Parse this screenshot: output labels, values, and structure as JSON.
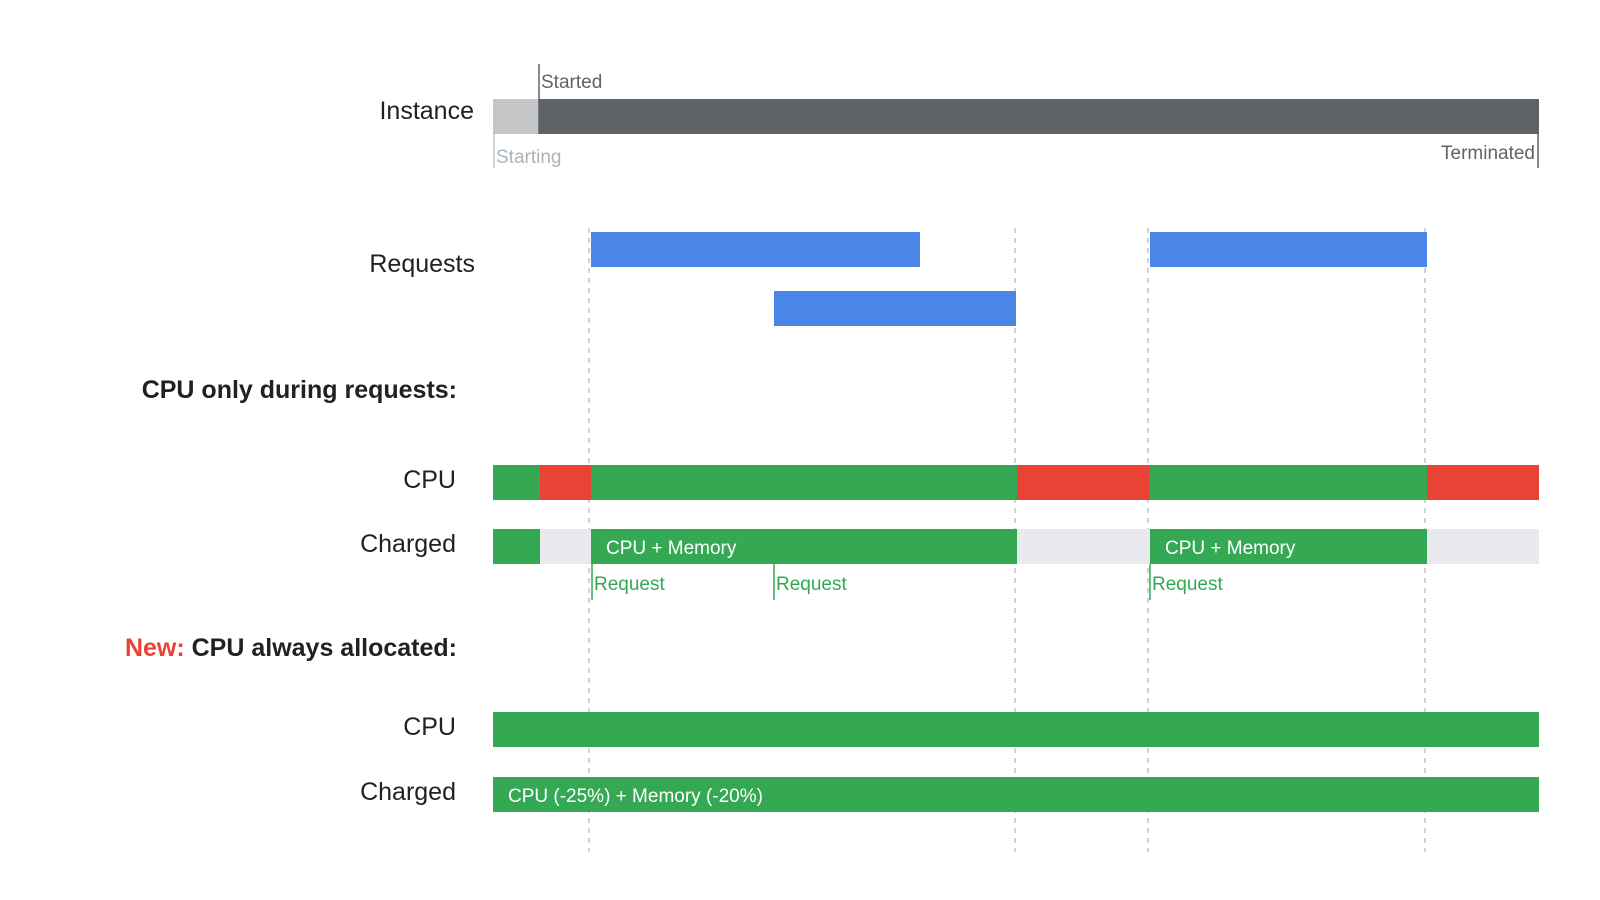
{
  "colors": {
    "instance_starting": "#c4c6c8",
    "instance_running": "#5f6368",
    "request": "#4a86e8",
    "cpu_active": "#34a853",
    "cpu_throttled": "#ea4335",
    "not_charged": "#e8eaed",
    "charged": "#34a853",
    "guide_line": "#b0b4b8",
    "marker_line": "#5f6368",
    "request_marker": "#34a853"
  },
  "rows": {
    "instance": "Instance",
    "requests": "Requests",
    "cpu_1": "CPU",
    "charged_1": "Charged",
    "cpu_2": "CPU",
    "charged_2": "Charged"
  },
  "sections": {
    "only_during": "CPU only during requests:",
    "always_new": "New:",
    "always_rest": " CPU always allocated:"
  },
  "instance_markers": {
    "started": "Started",
    "starting": "Starting",
    "terminated": "Terminated"
  },
  "charged_labels": {
    "segment_a": "CPU + Memory",
    "segment_b": "CPU + Memory",
    "always": "CPU (-25%) + Memory (-20%)"
  },
  "request_labels": [
    "Request",
    "Request",
    "Request"
  ]
}
